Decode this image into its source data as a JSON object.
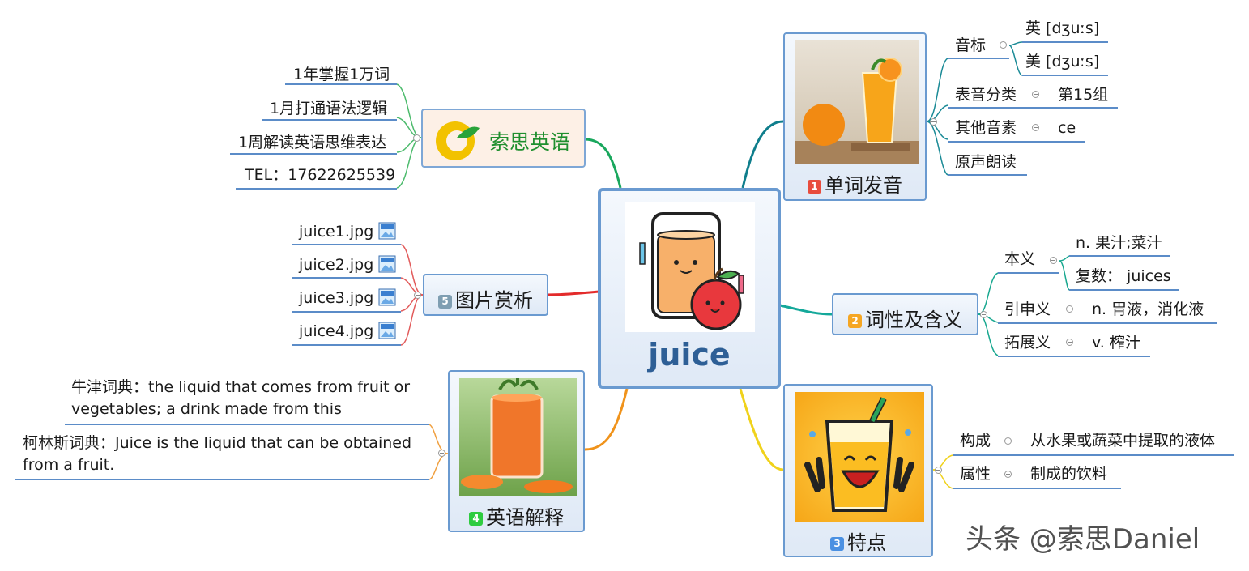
{
  "center": {
    "title": "juice"
  },
  "brand": {
    "name": "索思英语",
    "items": [
      "1年掌握1万词",
      "1月打通语法逻辑",
      "1周解读英语思维表达",
      "TEL：17622625539"
    ]
  },
  "pictures": {
    "label": "图片赏析",
    "num": "5",
    "files": [
      "juice1.jpg",
      "juice2.jpg",
      "juice3.jpg",
      "juice4.jpg"
    ]
  },
  "english": {
    "label": "英语解释",
    "num": "4",
    "oxford_line1": "牛津词典：the liquid that comes from fruit or",
    "oxford_line2": "vegetables; a drink made from this",
    "collins_line1": "柯林斯词典：Juice is the liquid that can be obtained",
    "collins_line2": "from a fruit."
  },
  "pronunciation": {
    "label": "单词发音",
    "num": "1",
    "phonetic": "音标",
    "uk": "英 [dʒuːs]",
    "us": "美 [dʒuːs]",
    "category": "表音分类",
    "category_value": "第15组",
    "other": "其他音素",
    "other_value": "ce",
    "audio": "原声朗读"
  },
  "meaning": {
    "label": "词性及含义",
    "num": "2",
    "basic": "本义",
    "basic1": "n. 果汁;菜汁",
    "basic2": "复数： juices",
    "extended": "引申义",
    "extended_value": "n. 胃液，消化液",
    "expanded": "拓展义",
    "expanded_value": "v. 榨汁"
  },
  "features": {
    "label": "特点",
    "num": "3",
    "composition": "构成",
    "composition_value": "从水果或蔬菜中提取的液体",
    "attribute": "属性",
    "attribute_value": "制成的饮料"
  },
  "watermark": "头条 @索思Daniel",
  "colors": {
    "b1": "#e84c3d",
    "b2": "#f5a623",
    "b3": "#4a90e2",
    "b4": "#2ecc40",
    "b5": "#7f9eb2",
    "border": "#6a9ad0"
  }
}
